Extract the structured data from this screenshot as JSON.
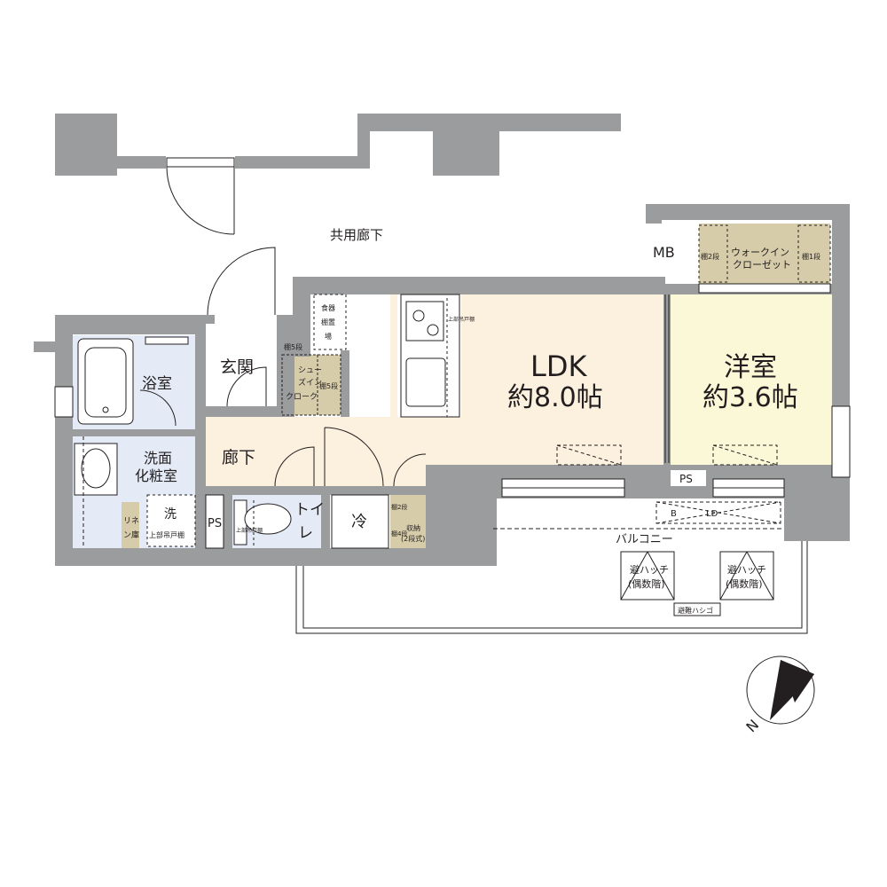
{
  "labels": {
    "common_corridor": "共用廊下",
    "mb": "MB",
    "walk_in_closet_1": "ウォークイン",
    "walk_in_closet_2": "クローゼット",
    "shelf_2": "棚2段",
    "shelf_1": "棚1段",
    "genkan": "玄関",
    "bathroom": "浴室",
    "washroom_1": "洗面",
    "washroom_2": "化粧室",
    "hallway": "廊下",
    "toilet_1": "トイ",
    "toilet_2": "レ",
    "fridge": "冷",
    "linen_1": "リネ",
    "linen_2": "ン庫",
    "washer": "洗",
    "washer_cabinet": "上部吊戸棚",
    "ps_1": "PS",
    "ps_2": "PS",
    "shoes_1": "シュー",
    "shoes_2": "ズイン",
    "shoes_3": "クローク",
    "shelf_5_left": "棚5段",
    "shelf_5_right": "棚5段",
    "food_storage_1": "食器",
    "food_storage_2": "棚置",
    "food_storage_3": "場",
    "storage_1": "収納",
    "storage_2": "(2段式)",
    "shelf_small_1": "棚2段",
    "shelf_small_2": "棚4段",
    "toilet_shelf": "上部吊戸棚",
    "kitchen_cabinet": "上部吊戸棚",
    "ldk_1": "LDK",
    "ldk_2": "約8.0帖",
    "western_1": "洋室",
    "western_2": "約3.6帖",
    "balcony": "バルコニー",
    "hatch_1a": "避ハッチ",
    "hatch_1b": "(偶数階)",
    "hatch_2a": "避ハッチ",
    "hatch_2b": "(偶数階)",
    "ladder": "避難ハシゴ",
    "b_mark": "B",
    "ld_mark": "LD",
    "north": "N"
  },
  "colors": {
    "wall": "#9a9c9e",
    "ldk_floor": "#fcf0de",
    "western_floor": "#fbf8d8",
    "wet_floor": "#e4ebf6",
    "storage": "#d6ccaa",
    "hallway_floor": "#fcf0de"
  }
}
